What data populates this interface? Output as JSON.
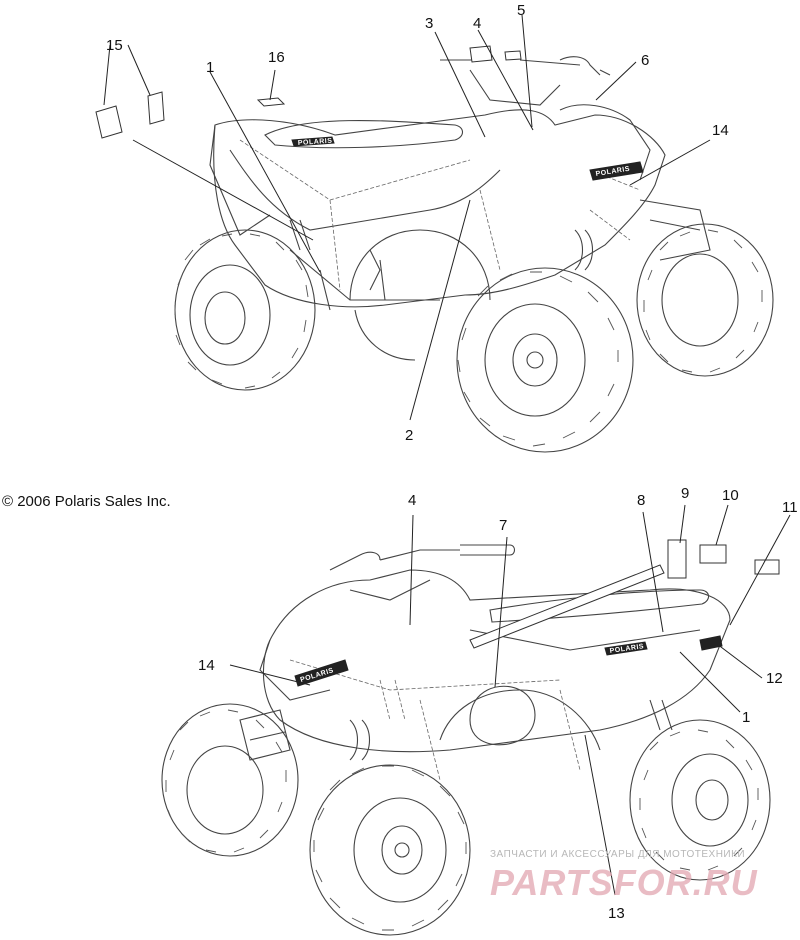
{
  "copyright": "© 2006 Polaris Sales Inc.",
  "brand_decal": "POLARIS",
  "watermark": {
    "tagline": "ЗАПЧАСТИ И АКСЕССУАРЫ ДЛЯ МОТОТЕХНИКИ",
    "brand": "PARTSFOR.RU"
  },
  "top_view": {
    "callouts": [
      "15",
      "16",
      "1",
      "3",
      "4",
      "5",
      "6",
      "14",
      "2"
    ]
  },
  "bottom_view": {
    "callouts": [
      "4",
      "7",
      "8",
      "9",
      "10",
      "11",
      "14",
      "12",
      "1",
      "13"
    ]
  },
  "colors": {
    "line": "#222222",
    "watermark": "#e2a6b0"
  }
}
